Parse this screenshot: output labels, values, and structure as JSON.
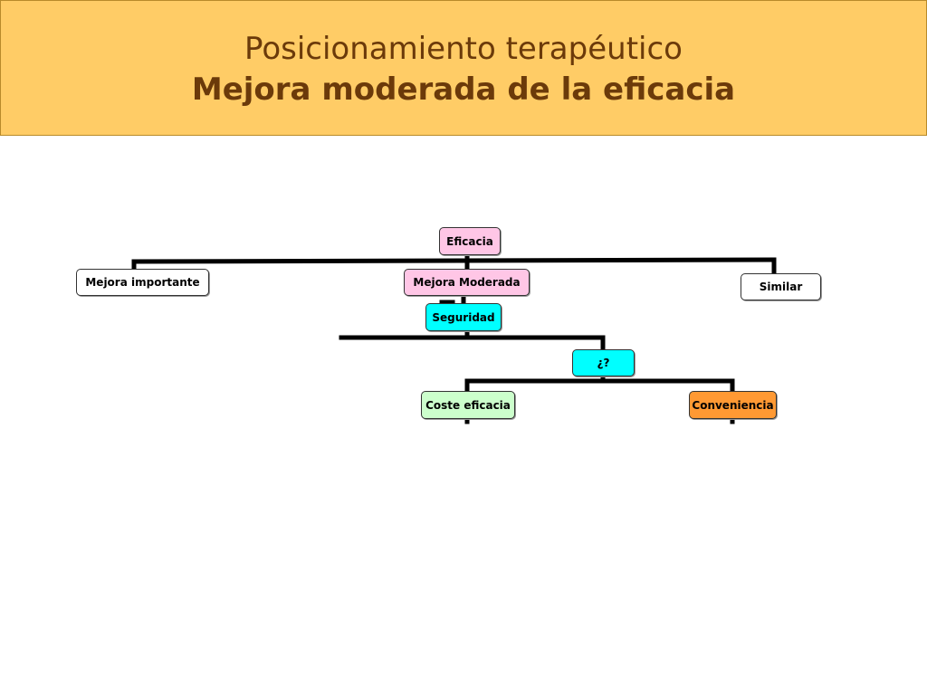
{
  "header": {
    "title": "Posicionamiento terapéutico",
    "subtitle": "Mejora moderada de la eficacia"
  },
  "nodes": {
    "eficacia": "Eficacia",
    "mejora_importante": "Mejora importante",
    "mejora_moderada": "Mejora Moderada",
    "similar": "Similar",
    "seguridad": "Seguridad",
    "interrogante": "¿?",
    "coste_eficacia": "Coste eficacia",
    "conveniencia": "Conveniencia"
  },
  "colors": {
    "header_bg": "#ffcc66",
    "title_text": "#6b3a0a",
    "eficacia": "#ffc6e6",
    "mejora_moderada": "#ffc6e6",
    "seguridad": "#00ffff",
    "interrogante": "#00ffff",
    "coste_eficacia": "#ccffcc",
    "conveniencia": "#ff9933"
  }
}
